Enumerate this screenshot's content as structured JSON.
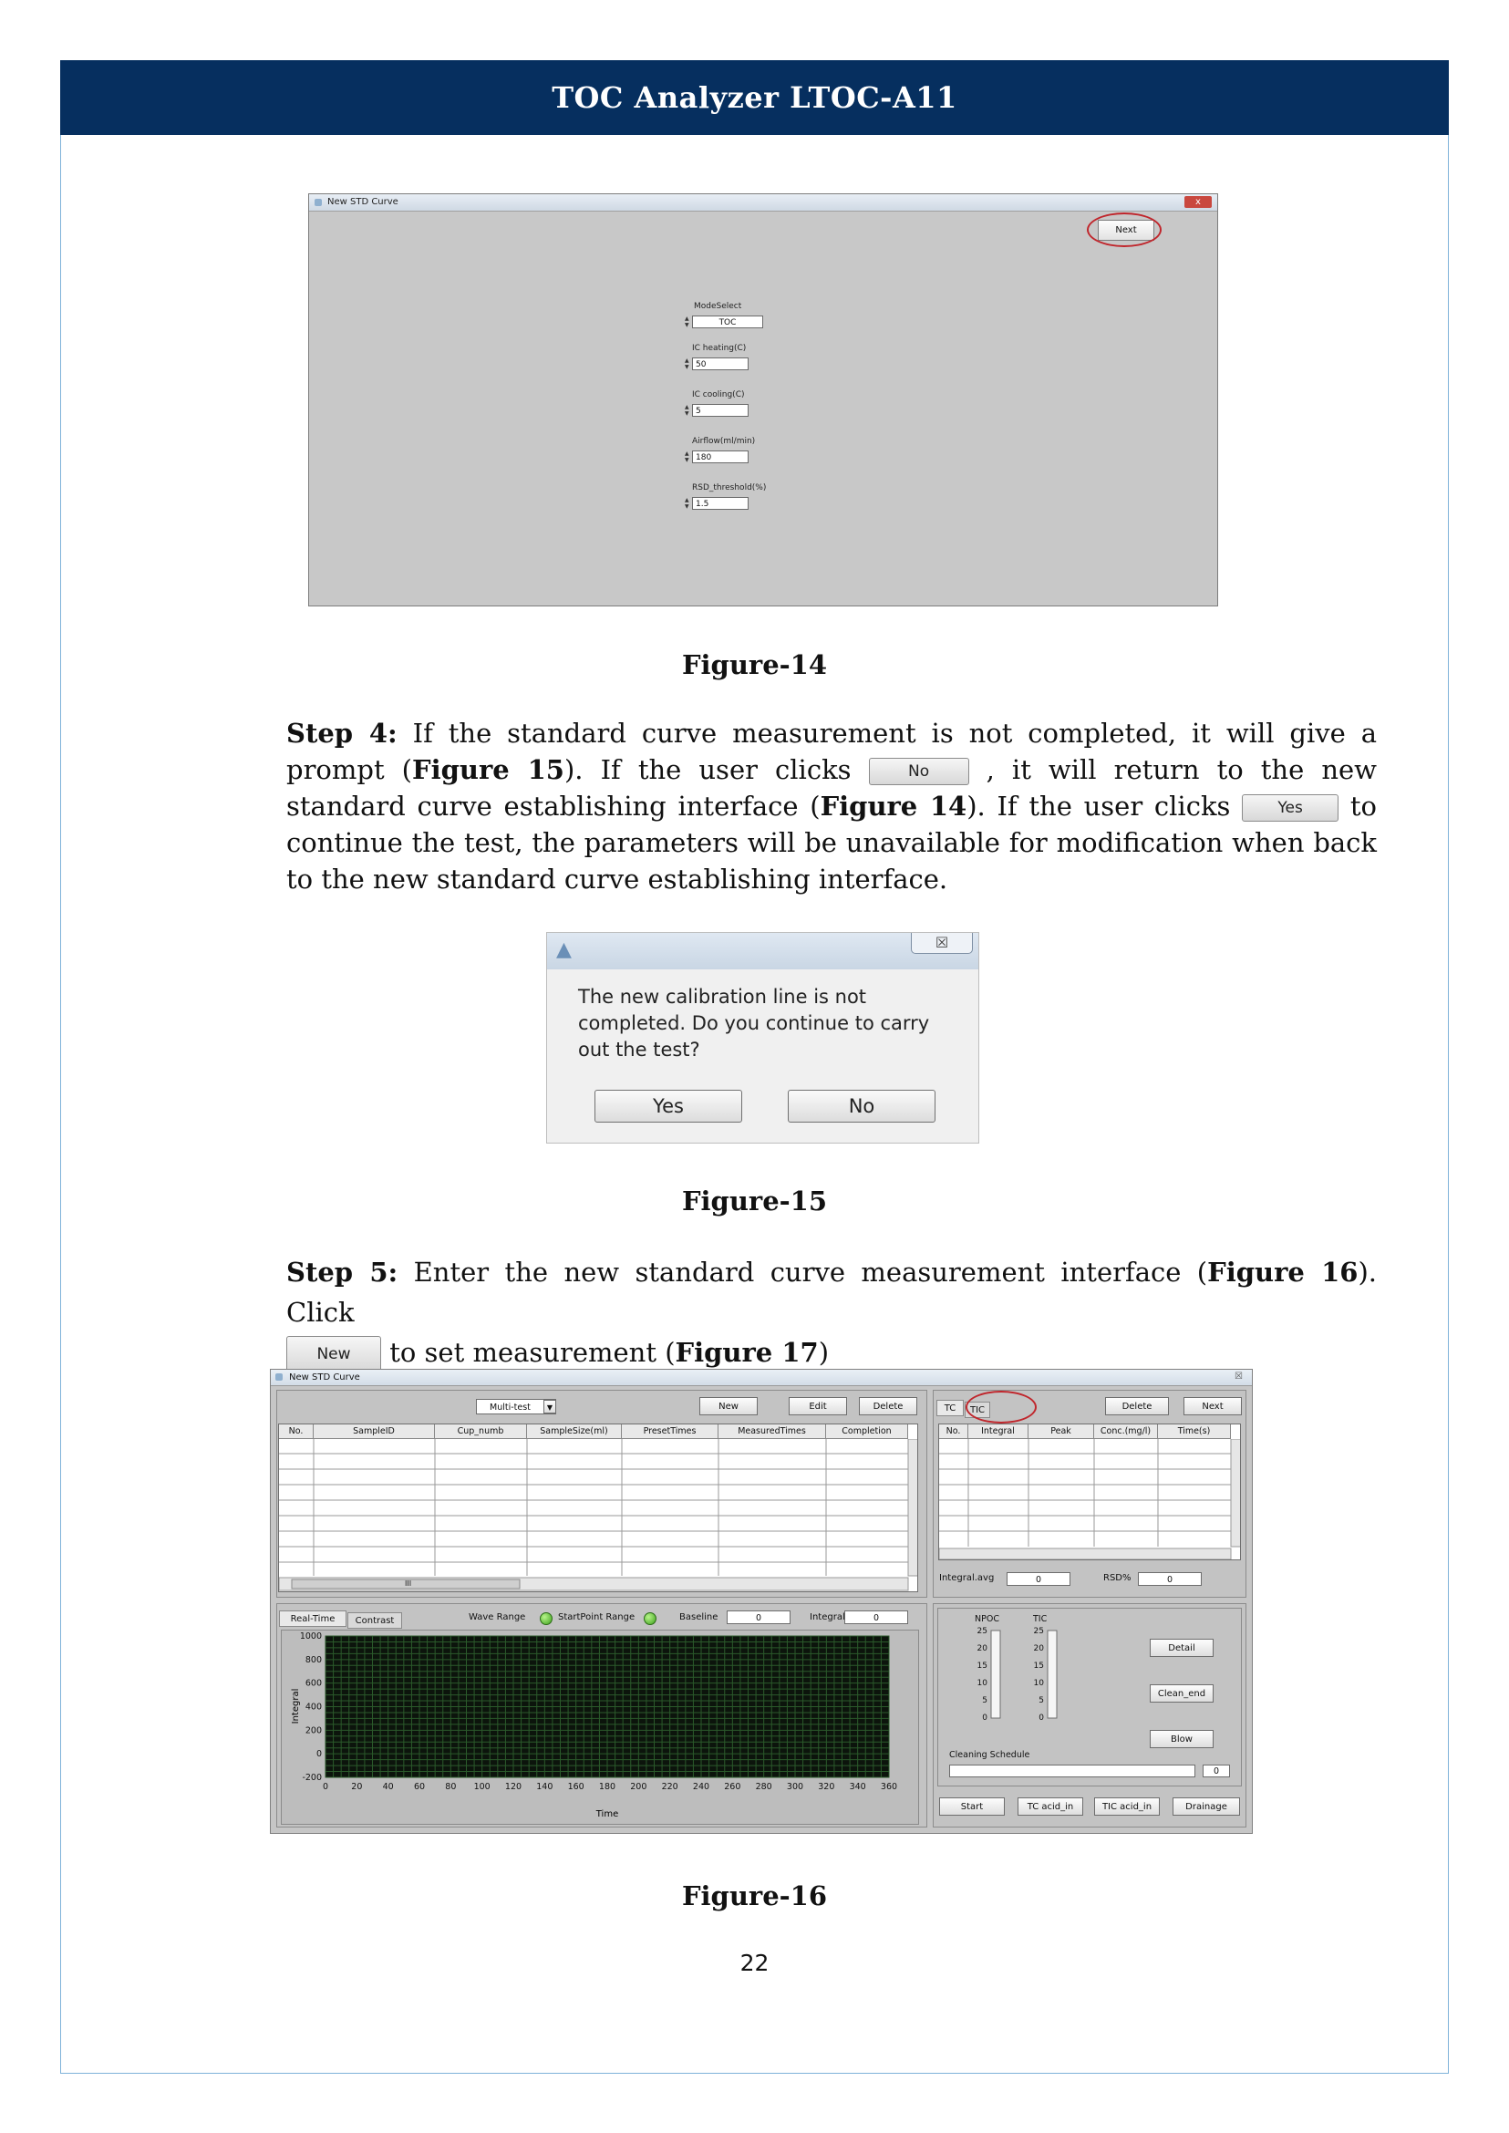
{
  "header": {
    "title": "TOC Analyzer LTOC-A11"
  },
  "figure14": {
    "window_title": "New STD Curve",
    "close_label": "x",
    "next_label": "Next",
    "fields": [
      {
        "label": "ModeSelect",
        "value": "TOC"
      },
      {
        "label": "IC heating(C)",
        "value": "50"
      },
      {
        "label": "IC cooling(C)",
        "value": "5"
      },
      {
        "label": "Airflow(ml/min)",
        "value": "180"
      },
      {
        "label": "RSD_threshold(%)",
        "value": "1.5"
      }
    ],
    "caption": "Figure-14"
  },
  "step4": {
    "label": "Step 4:",
    "t1": " If the standard curve measurement is not completed, it will give a prompt (",
    "ref1": "Figure 15",
    "t2": "). If the user clicks ",
    "btn_no": "No",
    "t3": " , it will return to the new standard curve establishing interface (",
    "ref2": "Figure 14",
    "t4": "). If the user clicks ",
    "btn_yes": "Yes",
    "t5": " to continue the test, the parameters will be unavailable for modification when back to the new standard curve establishing interface."
  },
  "figure15": {
    "message": "The new calibration line is not completed. Do you continue to carry out the test?",
    "yes_label": "Yes",
    "no_label": "No",
    "close_glyph": "☒",
    "caption": "Figure-15"
  },
  "step5": {
    "label": "Step 5:",
    "t1": " Enter the new standard curve measurement interface (",
    "ref1": "Figure 16",
    "t2": "). Click ",
    "btn_new": "New",
    "t3": " to set measurement (",
    "ref2": "Figure 17",
    "t4": ")"
  },
  "figure16": {
    "window_title": "New STD Curve",
    "close_label": "☒",
    "mode_select": "Multi-test",
    "toolbar": {
      "new": "New",
      "edit": "Edit",
      "delete": "Delete",
      "delete2": "Delete",
      "next": "Next"
    },
    "tabs_right": [
      "TC",
      "TIC"
    ],
    "left_table_headers": [
      "No.",
      "SampleID",
      "Cup_numb",
      "SampleSize(ml)",
      "PresetTimes",
      "MeasuredTimes",
      "Completion"
    ],
    "right_table_headers": [
      "No.",
      "Integral",
      "Peak",
      "Conc.(mg/l)",
      "Time(s)"
    ],
    "scroll_mark": "III",
    "integral_avg_label": "Integral.avg",
    "integral_avg_value": "0",
    "rsd_label": "RSD%",
    "rsd_value": "0",
    "tabs_bottom": [
      "Real-Time",
      "Contrast"
    ],
    "wave_range_label": "Wave Range",
    "startpoint_range_label": "StartPoint Range",
    "baseline_label": "Baseline",
    "baseline_value": "0",
    "integral_label": "Integral",
    "integral_value": "0",
    "npoc_label": "NPOC",
    "tic_label": "TIC",
    "gauge_ticks": [
      "25",
      "20",
      "15",
      "10",
      "5",
      "0"
    ],
    "cleaning_label": "Cleaning Schedule",
    "cleaning_value": "0",
    "side_buttons": [
      "Detail",
      "Clean_end",
      "Blow"
    ],
    "bottom_buttons": [
      "Start",
      "TC acid_in",
      "TIC acid_in",
      "Drainage"
    ],
    "chart_data": {
      "type": "line",
      "xlabel": "Time",
      "ylabel": "Integral",
      "xlim": [
        0,
        360
      ],
      "ylim": [
        -200,
        1000
      ],
      "x_ticks": [
        "0",
        "20",
        "40",
        "60",
        "80",
        "100",
        "120",
        "140",
        "160",
        "180",
        "200",
        "220",
        "240",
        "260",
        "280",
        "300",
        "320",
        "340",
        "360"
      ],
      "y_ticks": [
        "1000",
        "800",
        "600",
        "400",
        "200",
        "0",
        "-200"
      ],
      "grid": true,
      "series": []
    },
    "caption": "Figure-16"
  },
  "page_number": "22"
}
